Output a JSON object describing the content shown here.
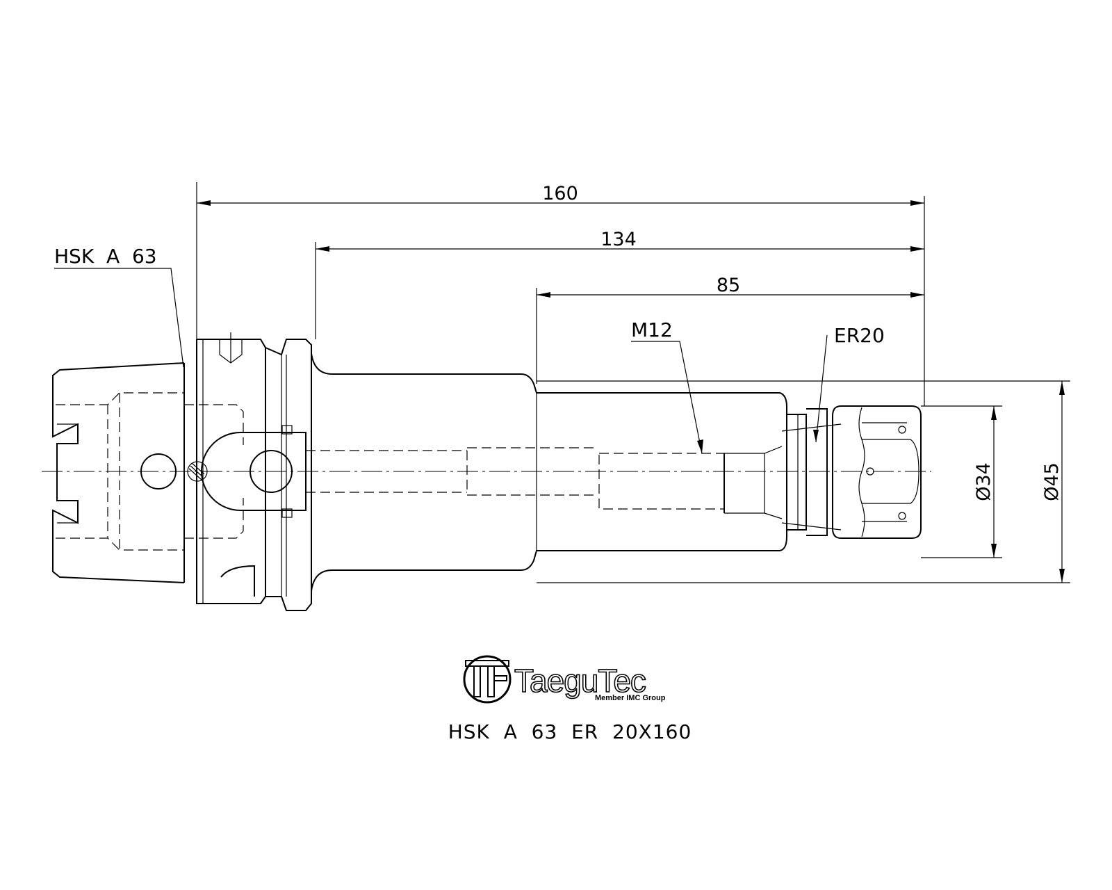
{
  "dimensions": {
    "overall_length": "160",
    "length_from_flange": "134",
    "length_from_step": "85",
    "collet_nut_diameter": "Ø34",
    "body_diameter": "Ø45"
  },
  "labels": {
    "taper": "HSK  A  63",
    "thread": "M12",
    "collet": "ER20"
  },
  "logo": {
    "brand": "TaeguTec",
    "tagline": "Member IMC Group"
  },
  "part_number": "HSK  A  63  ER  20X160"
}
